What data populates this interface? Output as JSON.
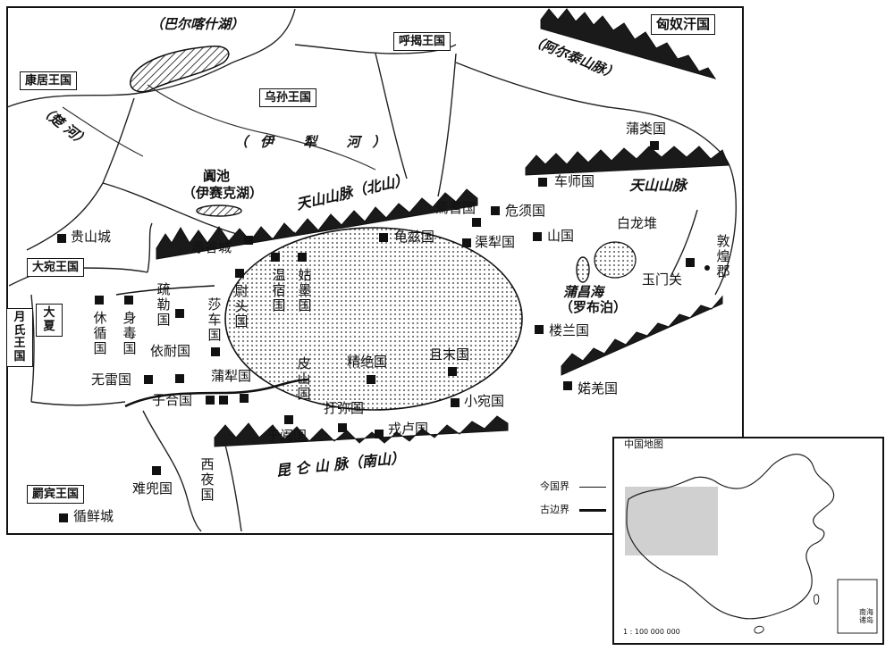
{
  "map": {
    "kingdoms": {
      "xiongnu": "匈奴汗国",
      "huijie": "呼揭王国",
      "kangju": "康居王国",
      "wusun": "乌孙王国",
      "dayuan": "大宛王国",
      "yuezhi": "月氏王国",
      "daxia": "大夏",
      "jibin": "罽宾王国"
    },
    "physical": {
      "balkhash": "（巴尔喀什湖）",
      "altai": "（阿尔泰山脉）",
      "chu_river": "（楚 河）",
      "ili_river": "（伊 犁 河）",
      "issyk_1": "阗池",
      "issyk_2": "（伊赛克湖）",
      "tianshan_north": "天山山脉（北山）",
      "tianshan_east": "天山山脉",
      "bailongdui": "白龙堆",
      "lop_1": "蒲昌海",
      "lop_2": "（罗布泊）",
      "kunlun": "昆 仑 山 脉（南山）"
    },
    "places": {
      "pulei": "蒲类国",
      "cheshi": "车师国",
      "yanqi": "焉耆国",
      "weixu": "危须国",
      "qiuci": "龟兹国",
      "quli": "渠犁国",
      "shan": "山国",
      "dunhuang": "敦煌郡",
      "yumenguan": "玉门关",
      "guishan": "贵山城",
      "chigu": "赤谷城",
      "shule": "疏勒国",
      "yutou": "尉头国",
      "wensu": "温宿国",
      "gumo": "姑墨国",
      "xiuxun": "休循国",
      "shendu": "身毒国",
      "shache": "莎车国",
      "yinai": "依耐国",
      "wulei": "无雷国",
      "pujie": "蒲犁国",
      "zihe": "子合国",
      "pishan": "皮山国",
      "jingjue": "精绝国",
      "qiemo": "且末国",
      "xiaoyuan": "小宛国",
      "loulan": "楼兰国",
      "chuoqiang": "婼羌国",
      "yumi": "扜弥国",
      "yutian": "于阗国",
      "rongly": "戎卢国",
      "xiye": "西夜国",
      "nandou": "难兜国",
      "xunxian": "循鲜城"
    },
    "legend": {
      "modern_border": "今国界",
      "ancient_border": "古边界"
    },
    "inset": {
      "title": "中国地图",
      "scale": "1 : 100 000 000",
      "south_sea": "南海诸岛"
    }
  }
}
